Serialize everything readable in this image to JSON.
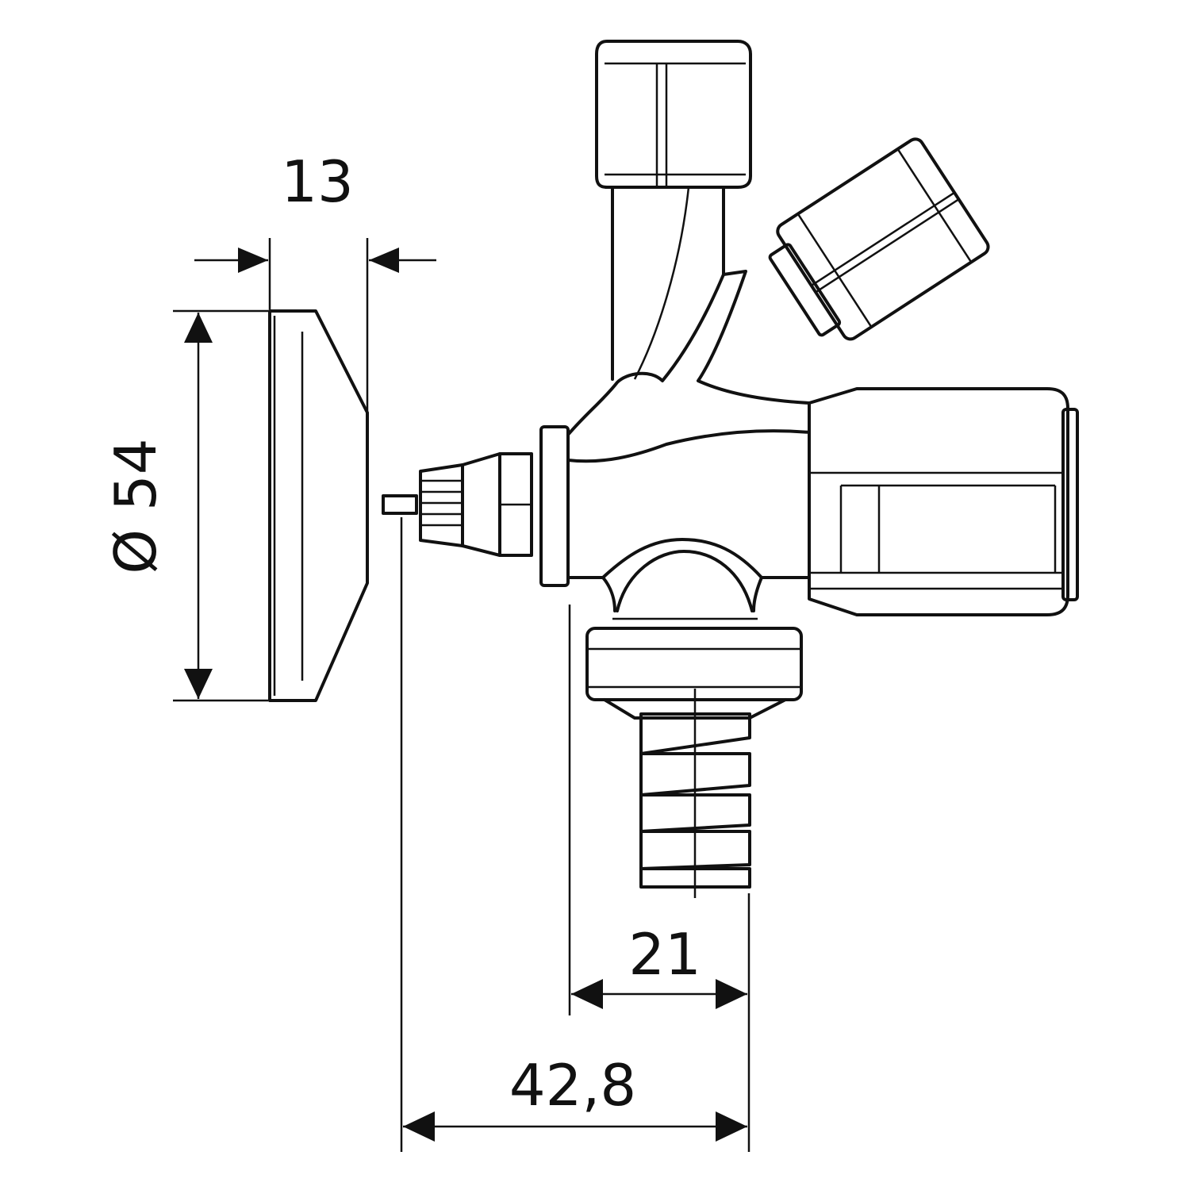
{
  "drawing": {
    "dimensions": {
      "rosette_thickness": "13",
      "rosette_diameter": "Ø 54",
      "outlet_offset": "21",
      "overall_depth": "42,8"
    }
  }
}
